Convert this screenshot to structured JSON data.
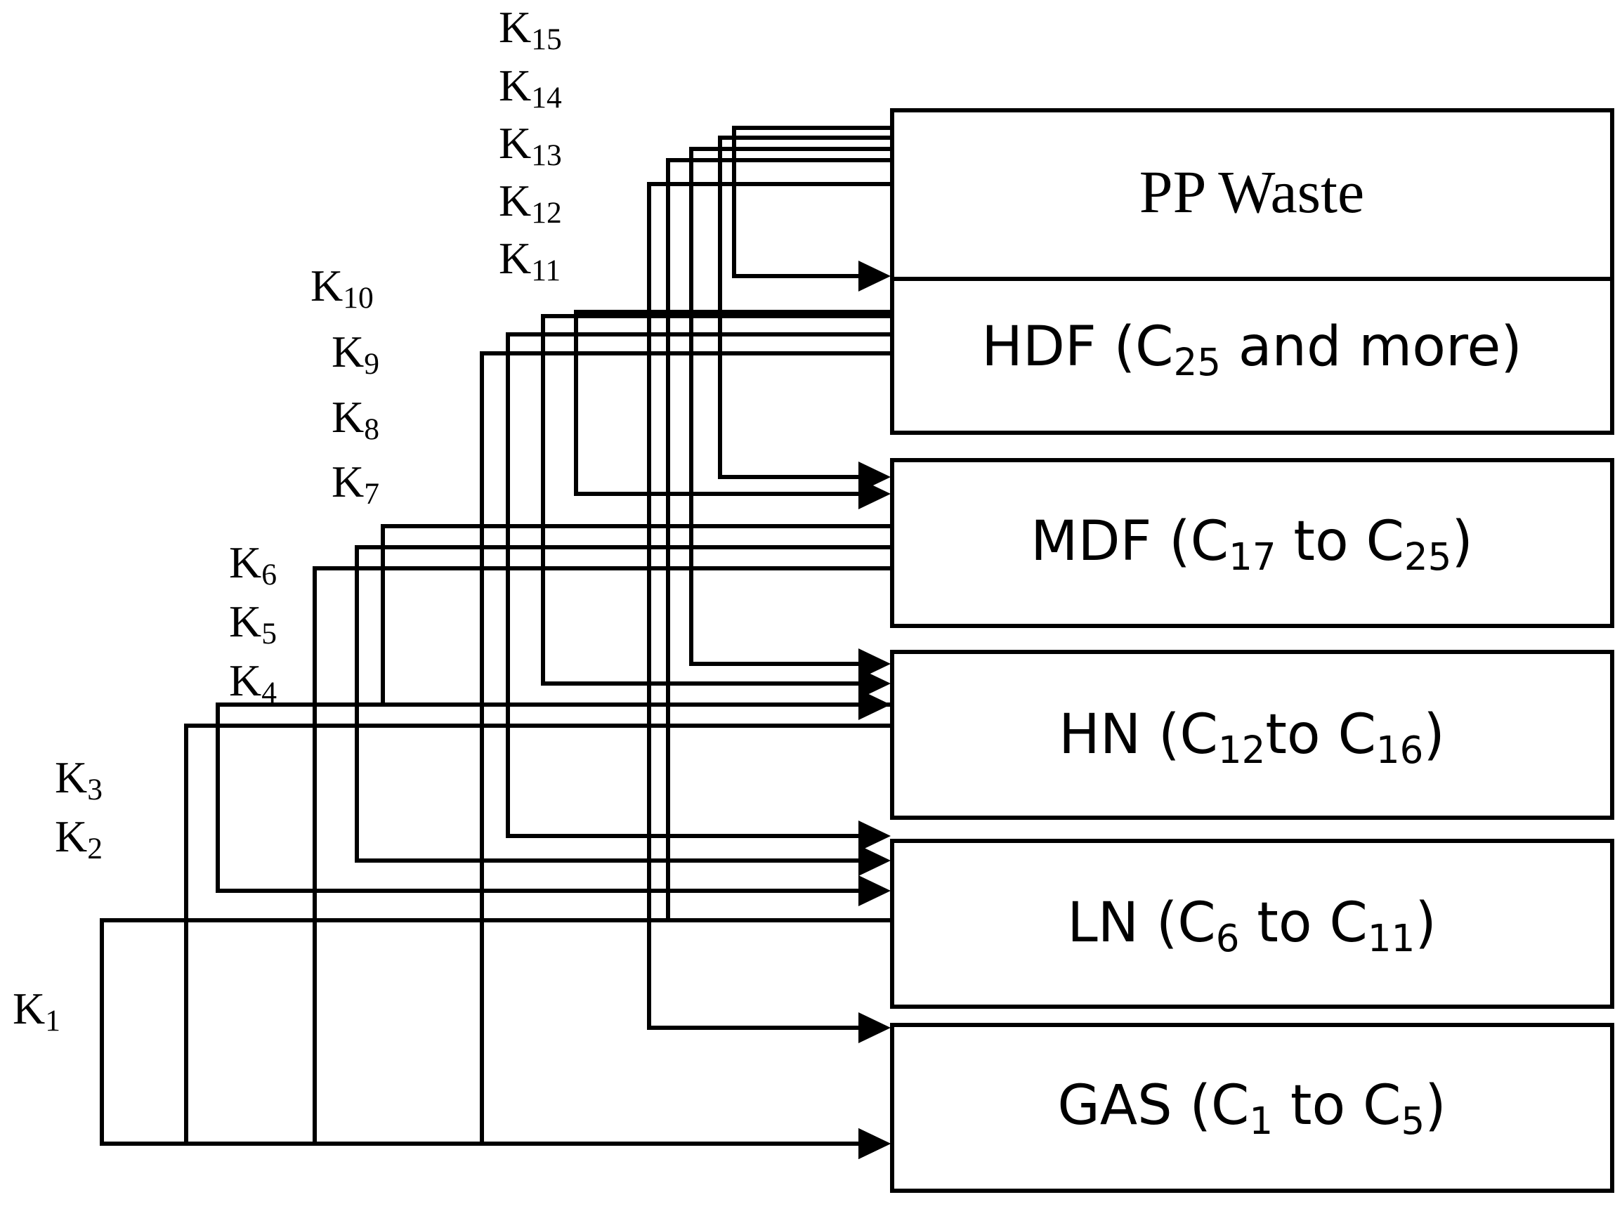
{
  "boxes": [
    {
      "id": "pp-waste",
      "main": "PP Waste"
    },
    {
      "id": "hdf",
      "pre": "HDF (C",
      "sub1": "25",
      "post": " and more)"
    },
    {
      "id": "mdf",
      "pre": "MDF (C",
      "sub1": "17",
      "mid": " to C",
      "sub2": "25",
      "post": ")"
    },
    {
      "id": "hn",
      "pre": "HN (C",
      "sub1": "12",
      "mid": "to C",
      "sub2": "16",
      "post": ")"
    },
    {
      "id": "ln",
      "pre": "LN (C",
      "sub1": "6",
      "mid": " to C",
      "sub2": "11",
      "post": ")"
    },
    {
      "id": "gas",
      "pre": "GAS (C",
      "sub1": "1",
      "mid": " to C",
      "sub2": "5",
      "post": ")"
    }
  ],
  "rate_constants": [
    {
      "base": "K",
      "sub": "15"
    },
    {
      "base": "K",
      "sub": "14"
    },
    {
      "base": "K",
      "sub": "13"
    },
    {
      "base": "K",
      "sub": "12"
    },
    {
      "base": "K",
      "sub": "11"
    },
    {
      "base": "K",
      "sub": "10"
    },
    {
      "base": "K",
      "sub": "9"
    },
    {
      "base": "K",
      "sub": "8"
    },
    {
      "base": "K",
      "sub": "7"
    },
    {
      "base": "K",
      "sub": "6"
    },
    {
      "base": "K",
      "sub": "5"
    },
    {
      "base": "K",
      "sub": "4"
    },
    {
      "base": "K",
      "sub": "3"
    },
    {
      "base": "K",
      "sub": "2"
    },
    {
      "base": "K",
      "sub": "1"
    }
  ],
  "colors": {
    "line": "#000000",
    "background": "#ffffff"
  }
}
